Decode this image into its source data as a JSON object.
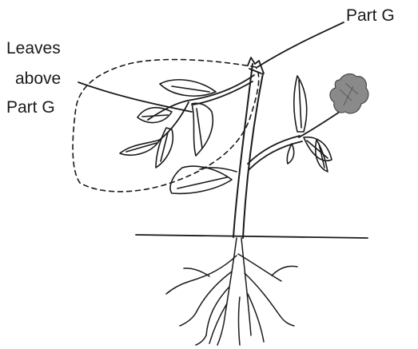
{
  "labels": {
    "part_g": "Part G",
    "leaves_line1": "Leaves",
    "leaves_line2": "above",
    "leaves_line3": "Part G"
  },
  "colors": {
    "ink": "#1a1a1a",
    "flower": "#8a8a8a"
  }
}
